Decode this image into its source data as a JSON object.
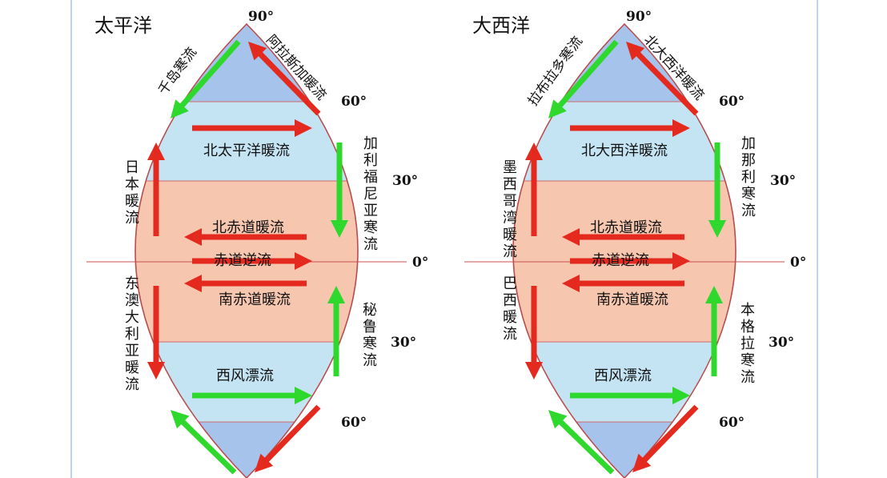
{
  "panels": [
    {
      "title": "太平洋",
      "lat_labels": {
        "n90": "90°",
        "n60": "60°",
        "n30": "30°",
        "eq": "0°",
        "s30": "30°",
        "s60": "60°"
      },
      "currents": {
        "nw_subpolar": "千岛寒流",
        "ne_subpolar": "阿拉斯加暖流",
        "north_drift": "北太平洋暖流",
        "west_boundary_north": "日本暖流",
        "east_boundary_north": "加利福尼亚寒流",
        "north_equatorial": "北赤道暖流",
        "equatorial_counter": "赤道逆流",
        "south_equatorial": "南赤道暖流",
        "west_boundary_south": "东澳大利亚暖流",
        "east_boundary_south": "秘鲁寒流",
        "west_wind_drift": "西风漂流"
      }
    },
    {
      "title": "大西洋",
      "lat_labels": {
        "n90": "90°",
        "n60": "60°",
        "n30": "30°",
        "eq": "0°",
        "s30": "30°",
        "s60": "60°"
      },
      "currents": {
        "nw_subpolar": "拉布拉多寒流",
        "ne_subpolar": "北大西洋暖流",
        "north_drift": "北大西洋暖流",
        "west_boundary_north": "墨西哥湾暖流",
        "east_boundary_north": "加那利寒流",
        "north_equatorial": "北赤道暖流",
        "equatorial_counter": "赤道逆流",
        "south_equatorial": "南赤道暖流",
        "west_boundary_south": "巴西暖流",
        "east_boundary_south": "本格拉寒流",
        "west_wind_drift": "西风漂流"
      }
    }
  ],
  "colors": {
    "warm": "#e42a1e",
    "cold": "#2fd82c",
    "polar_band": "#a6c3ec",
    "temperate_band": "#c4e3f3",
    "tropical_band": "#f7c6ae",
    "outline": "#b94a4a"
  }
}
